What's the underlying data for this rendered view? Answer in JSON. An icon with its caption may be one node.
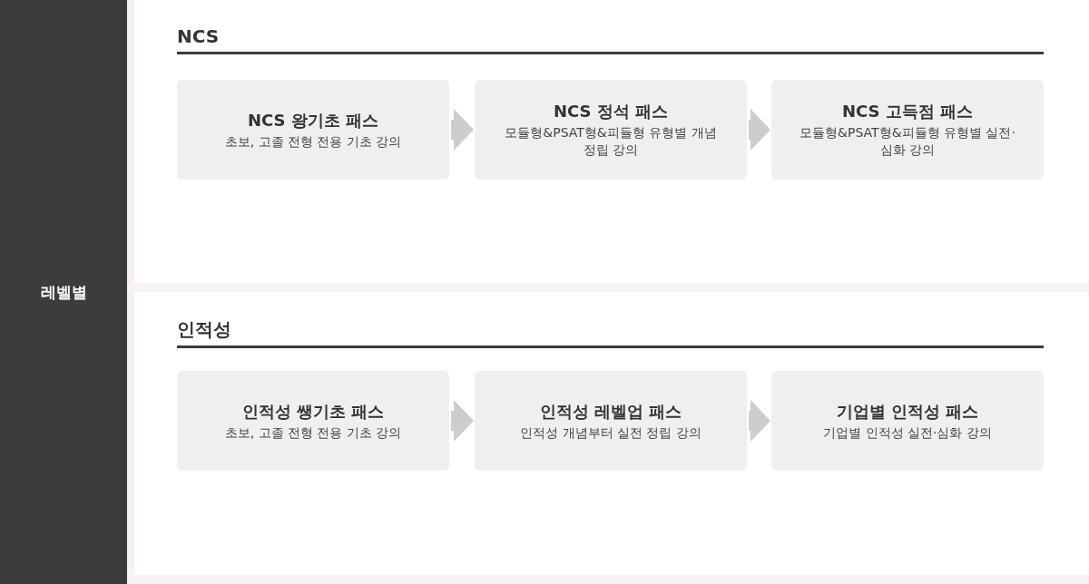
{
  "diagram": {
    "nodes": [
      {
        "text": [
          "레벨별"
        ]
      },
      {
        "text": [
          "NCS"
        ]
      },
      {
        "text": [
          "NCS 왕기초 패스",
          "초보, 고졸 전형 전용 기초 강의"
        ],
        "in": 1
      },
      {
        "text": [
          "NCS 정석 패스",
          "모듈형&PSAT형&피듈형 유형별 개념 정립 강의"
        ],
        "in": 1
      },
      {
        "text": [
          "NCS 고득점 패스",
          "모듈형&PSAT형&피듈형 유형별 실전·심화 강의"
        ],
        "in": 1
      },
      {
        "text": [
          "인적성"
        ]
      },
      {
        "text": [
          "인적성 쌩기초 패스",
          "초보, 고졸 전형 전용 기초 강의"
        ],
        "in": 5
      },
      {
        "text": [
          "인적성 레벨업 패스",
          "인적성 개념부터 실전 정립 강의"
        ],
        "in": 5
      },
      {
        "text": [
          "기업별 인적성 패스",
          "기업별 인적성 실전·심화 강의"
        ],
        "in": 5
      }
    ],
    "edges": [
      {
        "from": 2,
        "to": 3,
        "arrow": "to"
      },
      {
        "from": 3,
        "to": 4,
        "arrow": "to"
      },
      {
        "from": 6,
        "to": 7,
        "arrow": "to"
      },
      {
        "from": 7,
        "to": 8,
        "arrow": "to"
      }
    ]
  }
}
